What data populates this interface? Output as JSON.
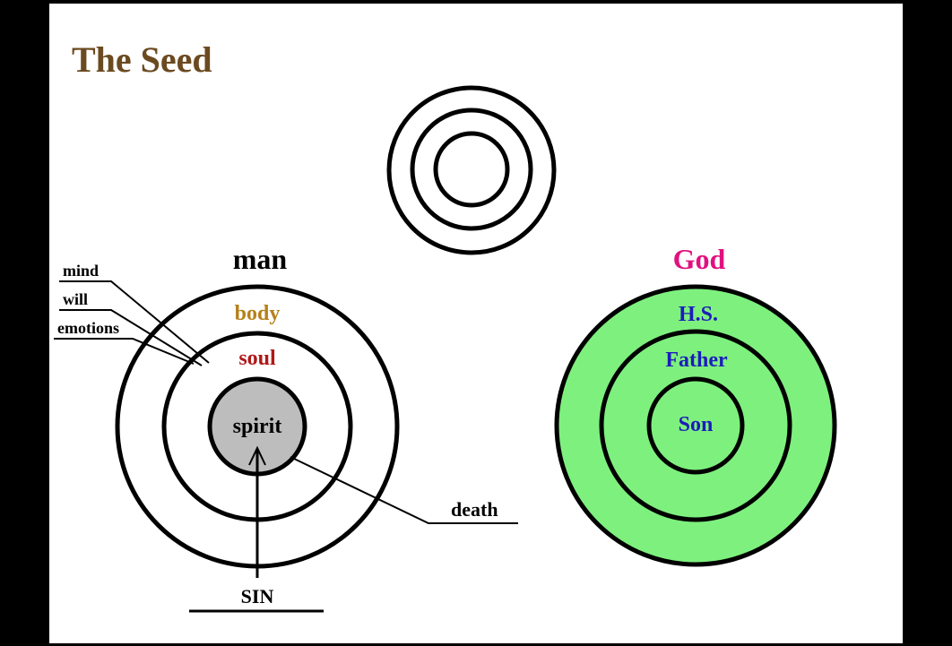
{
  "title": "The Seed",
  "colors": {
    "title": "#6b4a20",
    "body": "#b5811a",
    "soul": "#b01818",
    "god": "#e0117f",
    "god_parts": "#1c1cbc",
    "green_fill": "#7ef07e",
    "spirit_fill": "#bdbdbd"
  },
  "man": {
    "heading": "man",
    "body": "body",
    "soul": "soul",
    "spirit": "spirit",
    "soul_parts": [
      "mind",
      "will",
      "emotions"
    ],
    "death": "death",
    "sin": "SIN"
  },
  "god": {
    "heading": "God",
    "outer": "H.S.",
    "middle": "Father",
    "inner": "Son"
  }
}
